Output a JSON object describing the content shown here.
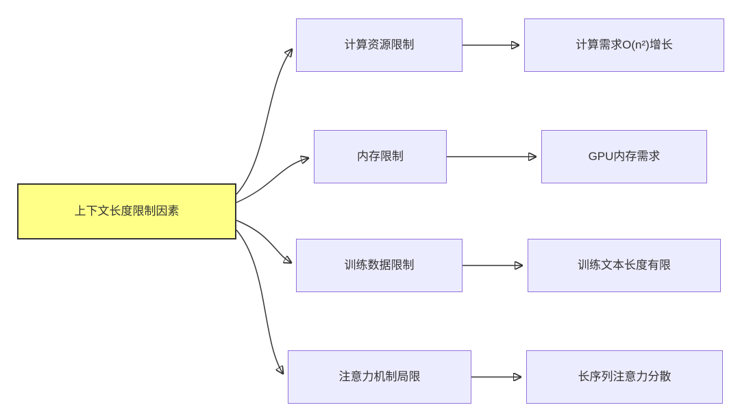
{
  "diagram": {
    "type": "flowchart",
    "root_label": "上下文长度限制因素",
    "branches": [
      {
        "cause": "计算资源限制",
        "effect": "计算需求O(n²)增长"
      },
      {
        "cause": "内存限制",
        "effect": "GPU内存需求"
      },
      {
        "cause": "训练数据限制",
        "effect": "训练文本长度有限"
      },
      {
        "cause": "注意力机制局限",
        "effect": "长序列注意力分散"
      }
    ],
    "colors": {
      "root_fill": "#ffff88",
      "root_border": "#333333",
      "node_fill": "#ececff",
      "node_border": "#9370db",
      "edge": "#333333",
      "text": "#333333",
      "background": "#ffffff"
    }
  }
}
